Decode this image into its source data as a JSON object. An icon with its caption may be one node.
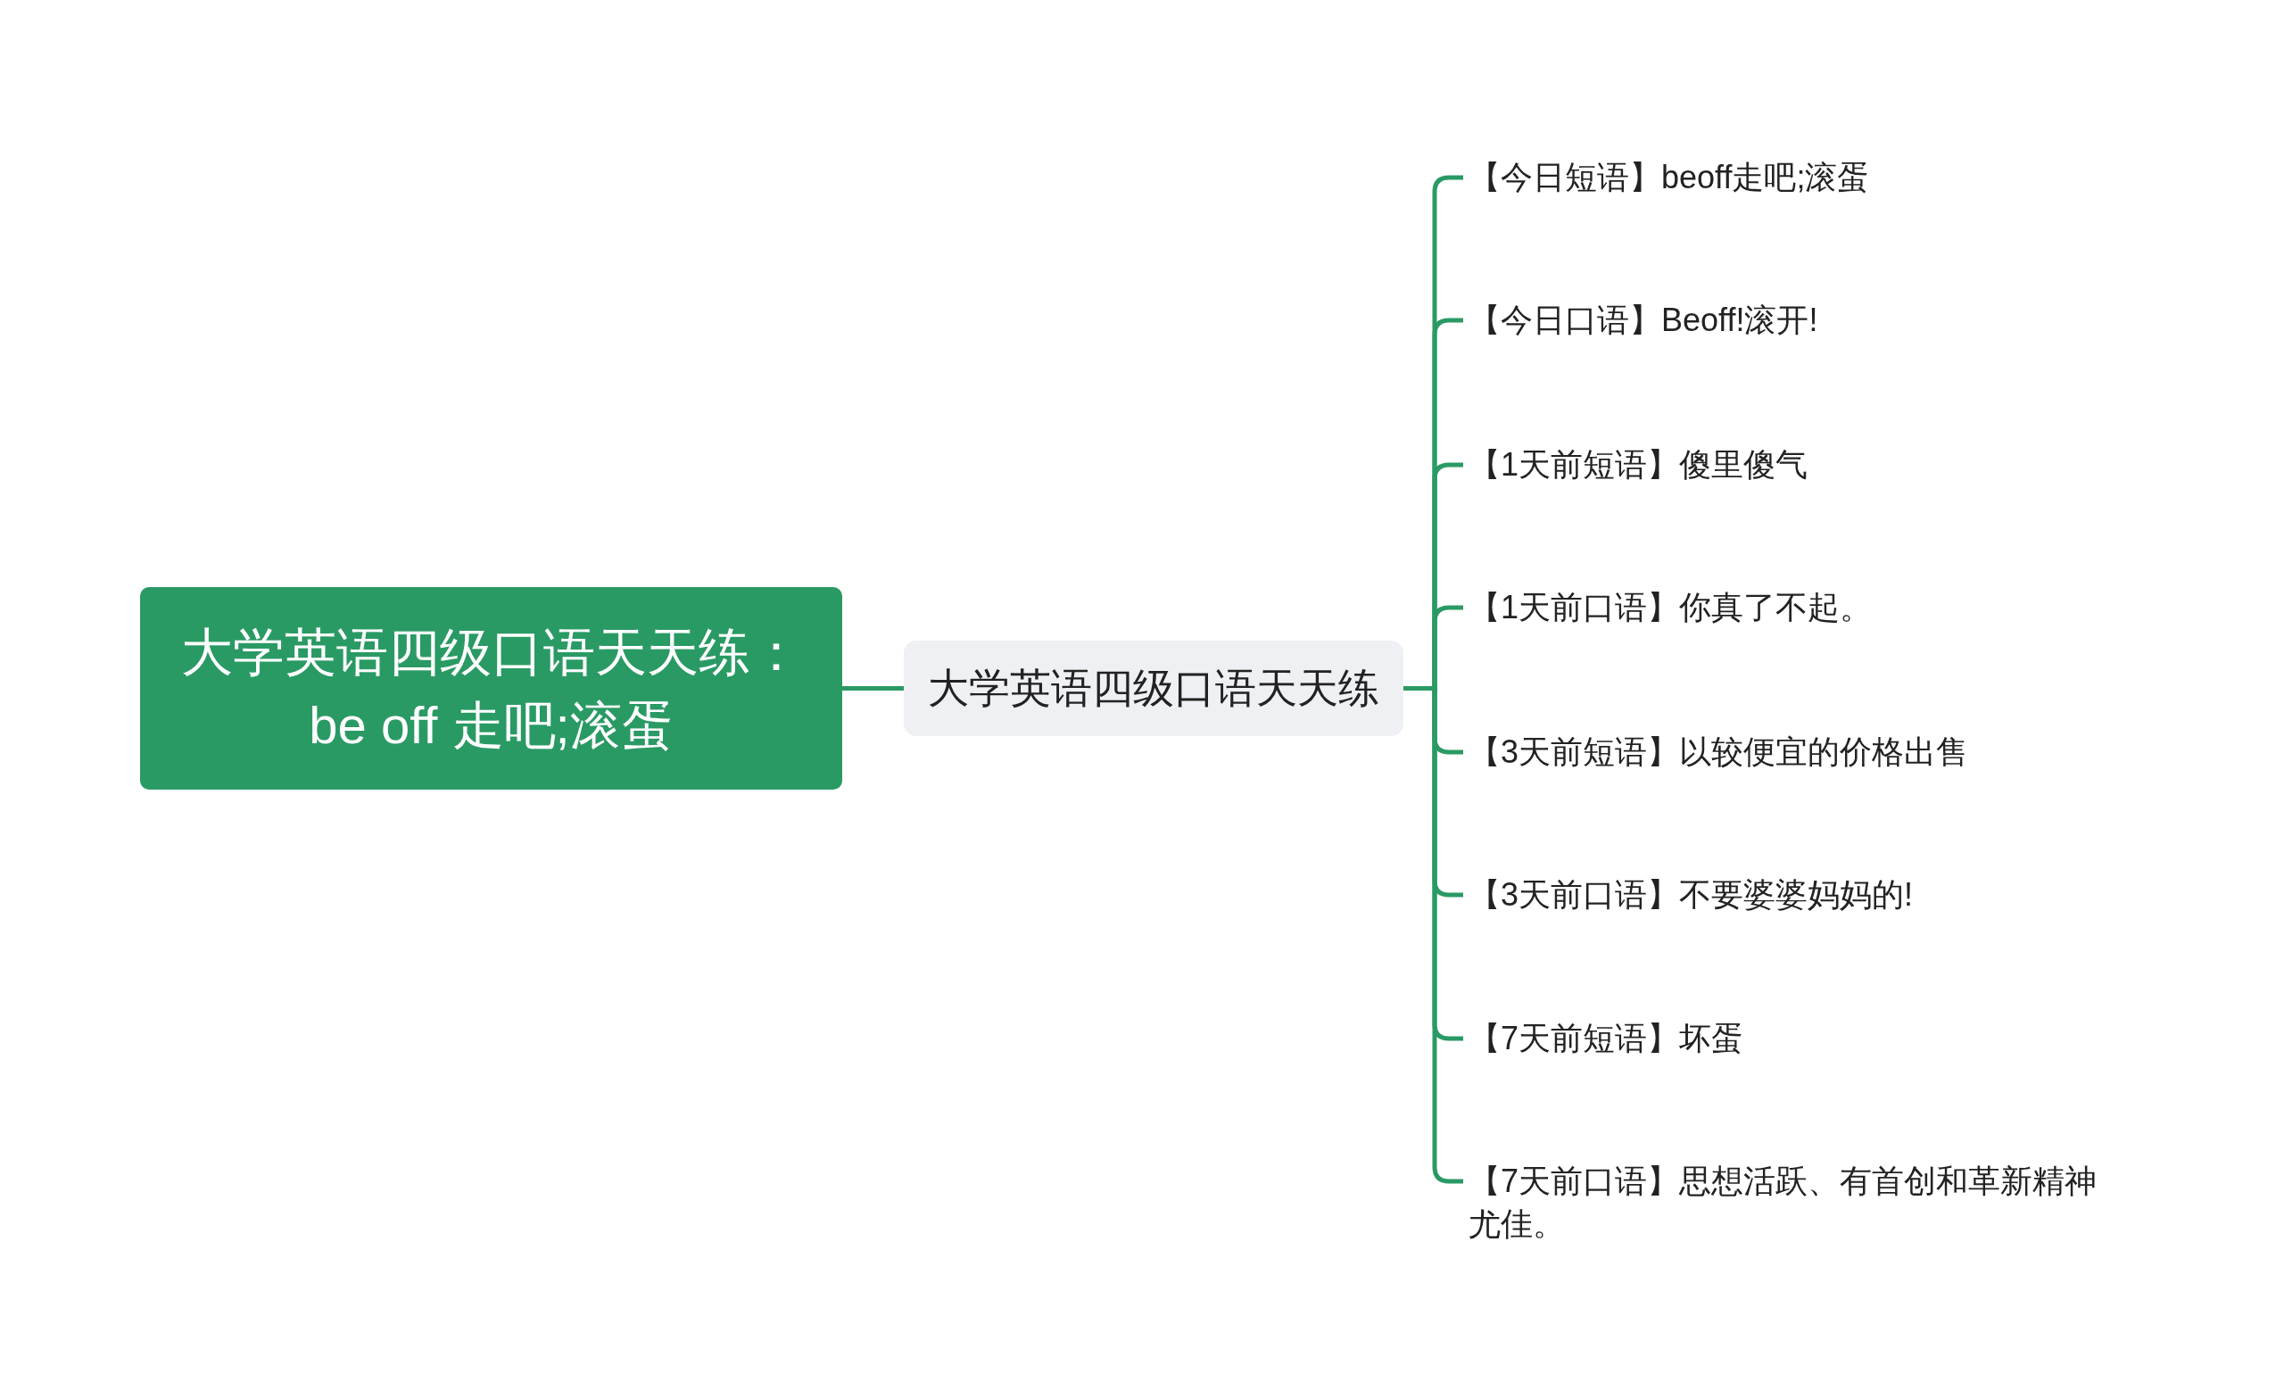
{
  "diagram": {
    "nodes": [
      {
        "text": [
          "大学英语四级口语天天练：be off 走吧;滚蛋"
        ]
      },
      {
        "text": [
          "大学英语四级口语天天练"
        ]
      },
      {
        "text": [
          "【今日短语】beoff走吧;滚蛋"
        ]
      },
      {
        "text": [
          "【今日口语】Beoff!滚开!"
        ]
      },
      {
        "text": [
          "【1天前短语】傻里傻气"
        ]
      },
      {
        "text": [
          "【1天前口语】你真了不起。"
        ]
      },
      {
        "text": [
          "【3天前短语】以较便宜的价格出售"
        ]
      },
      {
        "text": [
          "【3天前口语】不要婆婆妈妈的!"
        ]
      },
      {
        "text": [
          "【7天前短语】坏蛋"
        ]
      },
      {
        "text": [
          "【7天前口语】思想活跃、有首创和革新精神尤佳。"
        ]
      }
    ],
    "edges": [
      {
        "from": 0,
        "to": 1,
        "arrow": "none"
      },
      {
        "from": 1,
        "to": 2,
        "arrow": "none"
      },
      {
        "from": 1,
        "to": 3,
        "arrow": "none"
      },
      {
        "from": 1,
        "to": 4,
        "arrow": "none"
      },
      {
        "from": 1,
        "to": 5,
        "arrow": "none"
      },
      {
        "from": 1,
        "to": 6,
        "arrow": "none"
      },
      {
        "from": 1,
        "to": 7,
        "arrow": "none"
      },
      {
        "from": 1,
        "to": 8,
        "arrow": "none"
      },
      {
        "from": 1,
        "to": 9,
        "arrow": "none"
      }
    ]
  }
}
